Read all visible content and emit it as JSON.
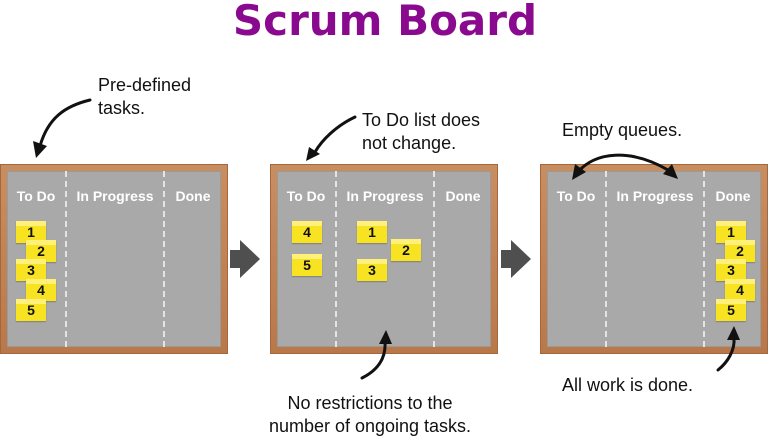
{
  "title": "Scrum Board",
  "columns": [
    "To Do",
    "In Progress",
    "Done"
  ],
  "boards": [
    {
      "todo": [
        "1",
        "2",
        "3",
        "4",
        "5"
      ],
      "in_progress": [],
      "done": []
    },
    {
      "todo": [
        "4",
        "5"
      ],
      "in_progress": [
        "1",
        "2",
        "3"
      ],
      "done": []
    },
    {
      "todo": [],
      "in_progress": [],
      "done": [
        "1",
        "2",
        "3",
        "4",
        "5"
      ]
    }
  ],
  "captions": {
    "predefined": [
      "Pre-defined",
      "tasks."
    ],
    "todo_list": [
      "To Do list does",
      "not change."
    ],
    "no_restrictions": [
      "No restrictions to the",
      "number of ongoing tasks."
    ],
    "empty_queues": "Empty queues.",
    "all_done": "All work is done."
  },
  "colors": {
    "title": "#8a0a8f",
    "board_frame": "#c98e60",
    "board_surface": "#a9a9a9",
    "sticky_note": "#f7e322",
    "flow_arrow": "#4f4f4f"
  }
}
